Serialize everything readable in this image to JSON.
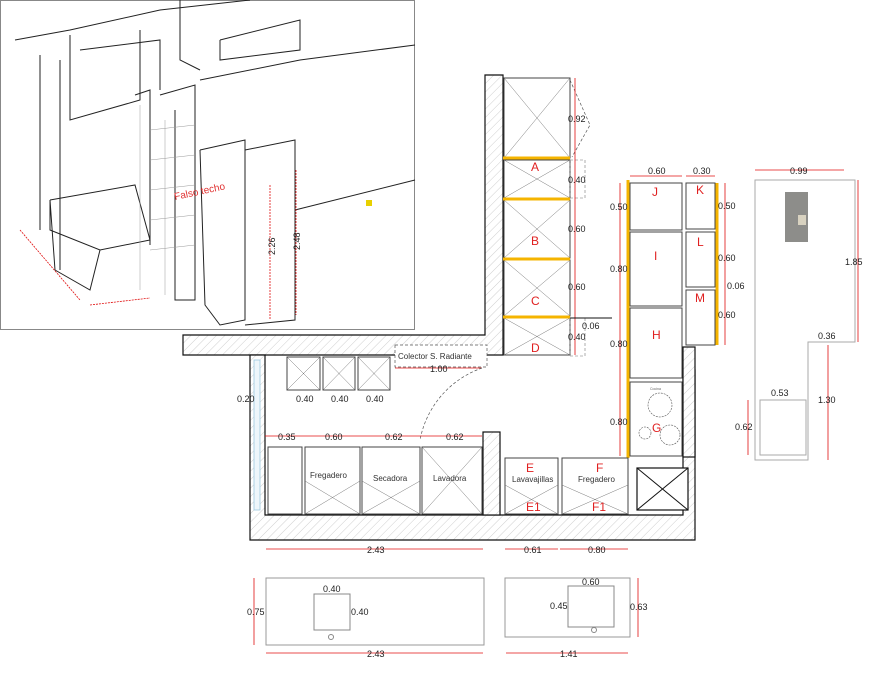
{
  "perspective": {
    "falso_techo": "Falso techo",
    "height_total": "2.48",
    "height_unit": "2.26"
  },
  "plan": {
    "tall_units": {
      "dims": [
        "0.92",
        "0.40",
        "0.60",
        "0.60",
        "0.40"
      ],
      "gap": "0.06",
      "letters": [
        "A",
        "B",
        "C",
        "D"
      ]
    },
    "right_block": {
      "widths": [
        "0.60",
        "0.30"
      ],
      "left_heights": [
        "0.50",
        "0.80",
        "0.80",
        "0.80"
      ],
      "right_heights": [
        "0.50",
        "0.60",
        "0.60"
      ],
      "gap": "0.06",
      "letters": [
        "J",
        "K",
        "I",
        "L",
        "M",
        "H",
        "G"
      ],
      "cooking_label": "Cocina"
    },
    "collector": "Colector S. Radiante",
    "door_width": "1.00",
    "upper_cabinets": [
      "0.40",
      "0.40",
      "0.40"
    ],
    "wall_offset": "0.20",
    "base_widths": [
      "0.35",
      "0.60",
      "0.62",
      "0.62"
    ],
    "appliances": {
      "dryer": "Secadora",
      "washer": "Lavadora",
      "sink_left": "Fregadero",
      "dishwasher": "Lavavajillas",
      "sink_right": "Fregadero"
    },
    "letters_bottom": [
      "E",
      "F",
      "E1",
      "F1"
    ],
    "bottom_dims": [
      "2.43",
      "0.61",
      "0.80"
    ]
  },
  "far_panel": {
    "width": "0.99",
    "height_top": "1.85",
    "notch": "0.36",
    "height_bottom": "1.30",
    "inner_width": "0.53",
    "inner_height": "0.62"
  },
  "countertops": [
    {
      "width": "2.43",
      "depth": "0.75",
      "sink_w": "0.40",
      "sink_h": "0.40"
    },
    {
      "width": "1.41",
      "depth": "0.63",
      "sink_w": "0.60",
      "sink_h": "0.45"
    }
  ]
}
